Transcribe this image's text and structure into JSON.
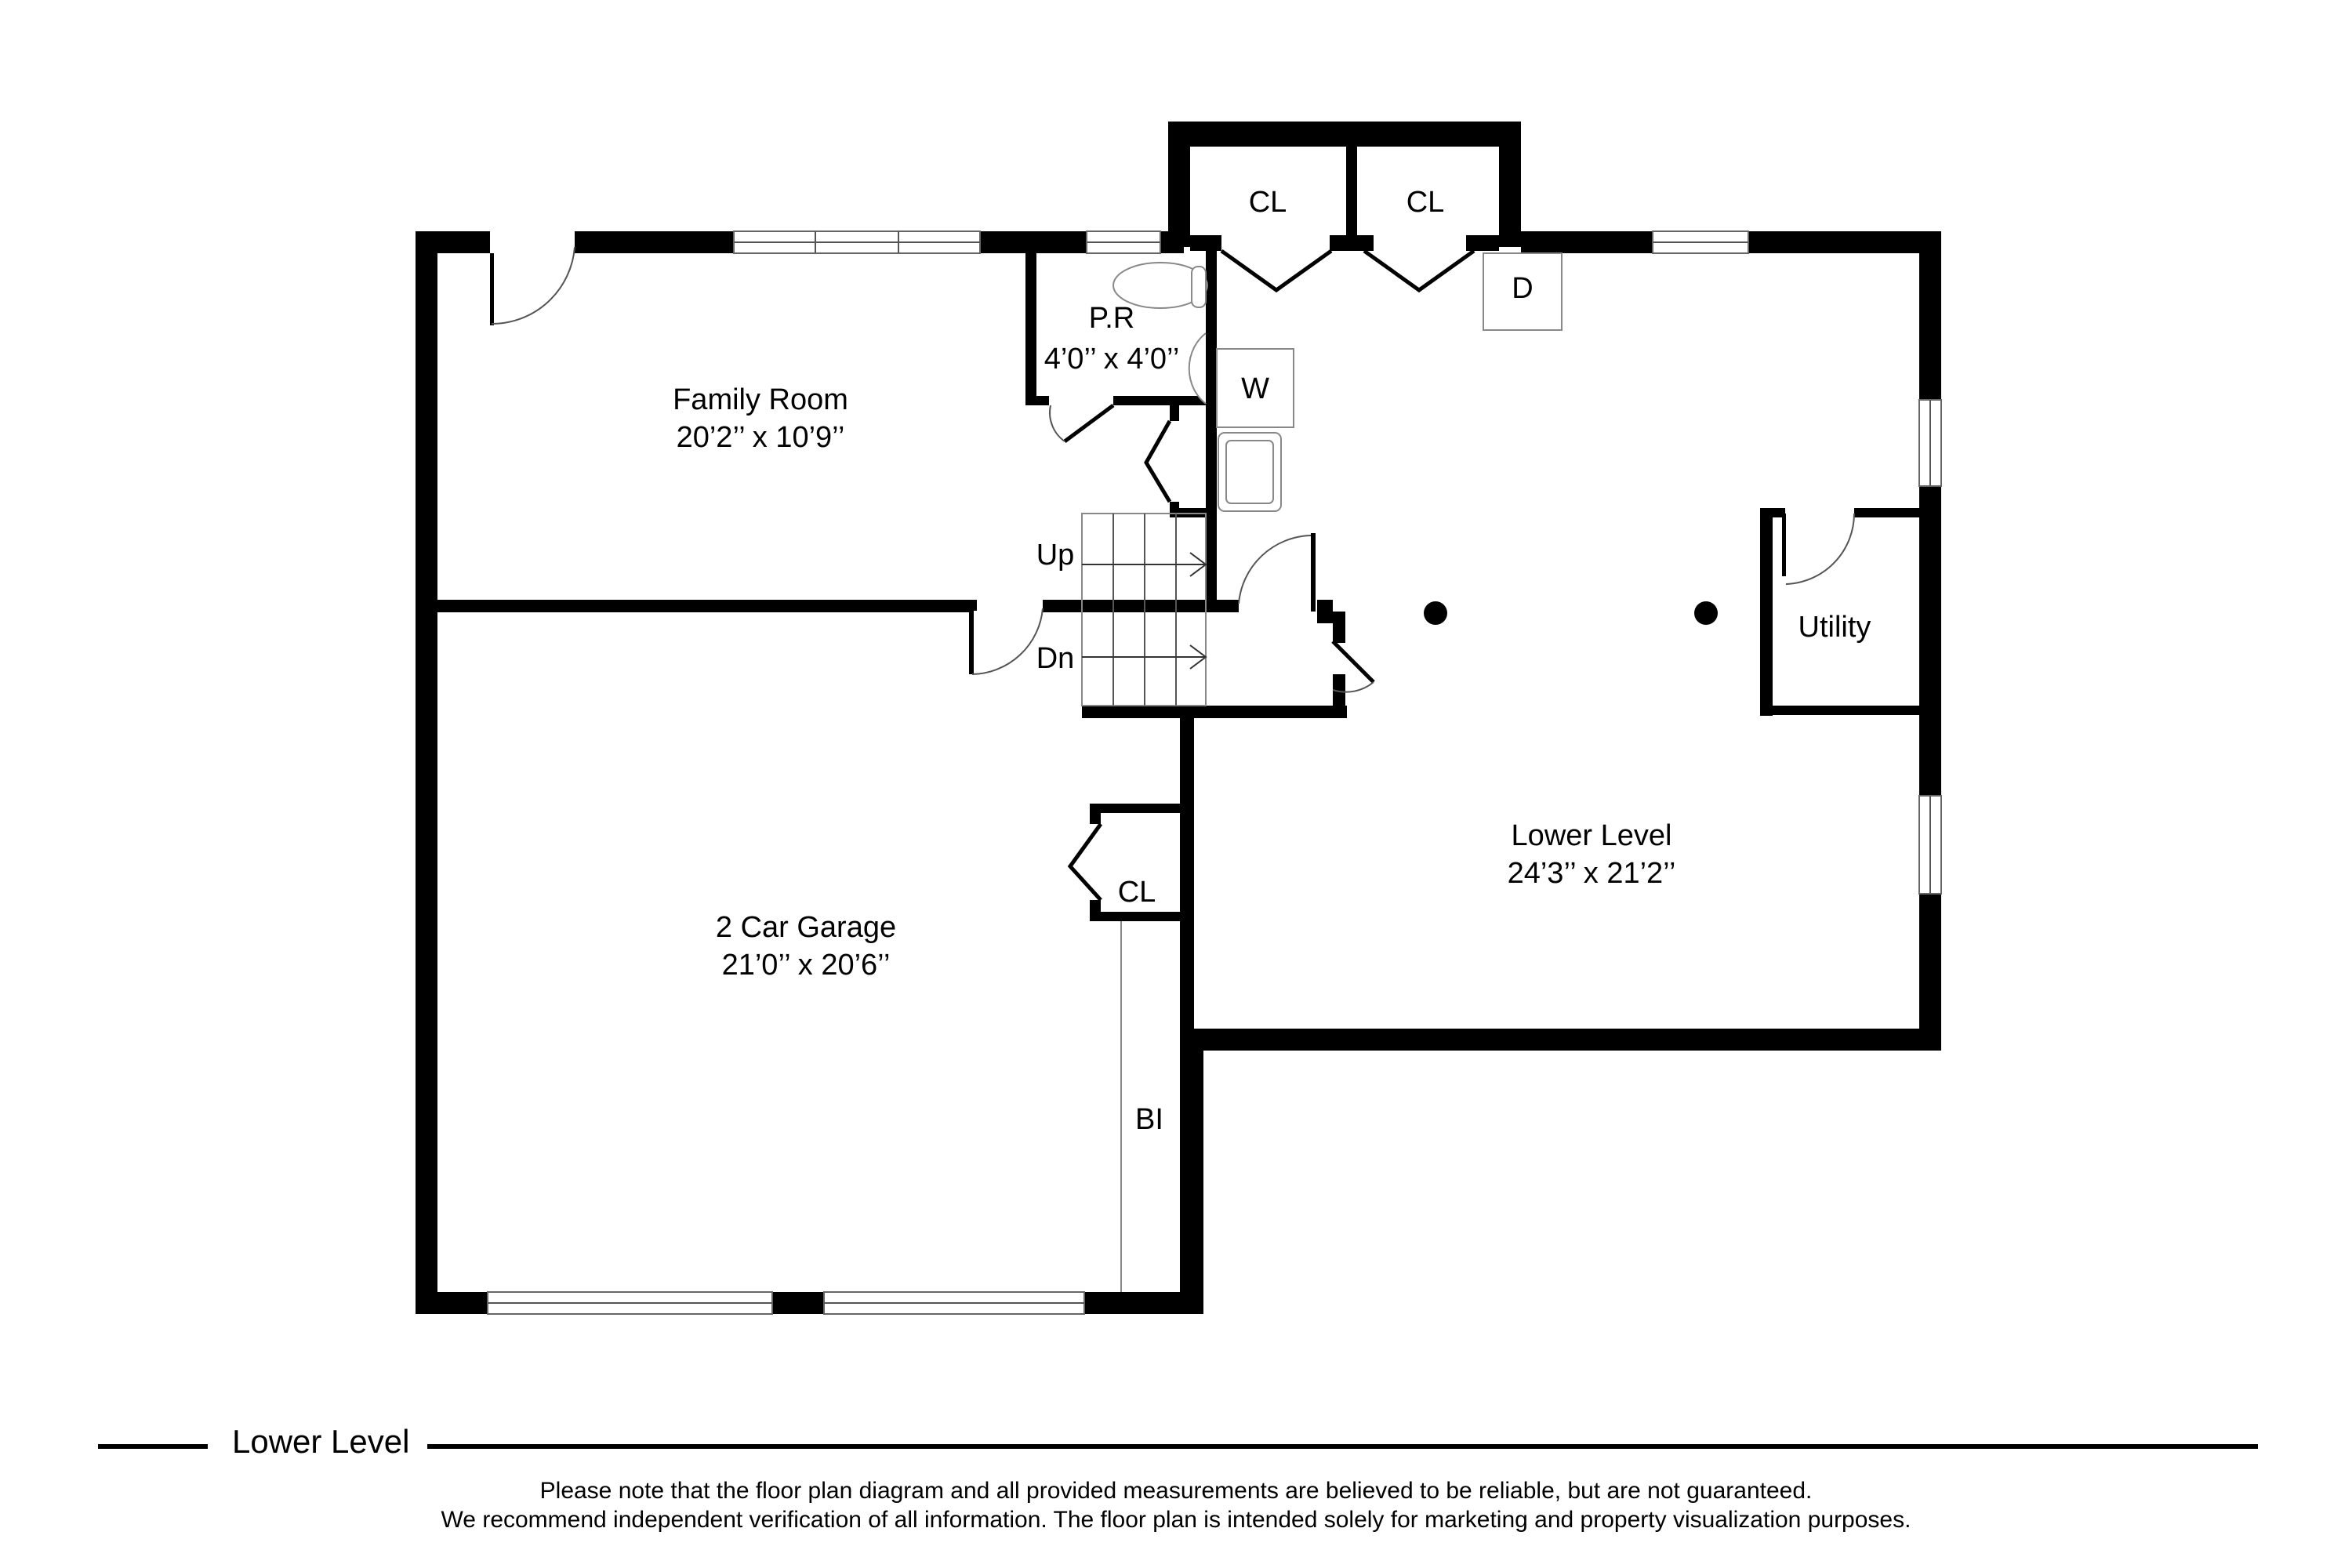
{
  "floor": {
    "name": "Lower Level"
  },
  "rooms": {
    "family_room": {
      "name": "Family Room",
      "dims": "20’2’’ x 10’9’’"
    },
    "powder_room": {
      "name": "P.R",
      "dims": "4’0’’ x 4’0’’"
    },
    "garage": {
      "name": "2 Car Garage",
      "dims": "21’0’’ x 20’6’’"
    },
    "lower_level": {
      "name": "Lower Level",
      "dims": "24’3’’ x 21’2’’"
    },
    "utility": {
      "name": "Utility"
    },
    "closet_top_left": {
      "name": "CL"
    },
    "closet_top_right": {
      "name": "CL"
    },
    "closet_garage": {
      "name": "CL"
    },
    "built_in": {
      "name": "BI"
    }
  },
  "fixtures": {
    "dryer": "D",
    "washer": "W",
    "stairs_up": "Up",
    "stairs_down": "Dn"
  },
  "icons": [
    "door-swing-icon",
    "bifold-door-icon",
    "window-icon",
    "toilet-icon",
    "sink-icon",
    "stairs-icon",
    "support-post-icon"
  ],
  "colors": {
    "wall": "#000000",
    "background": "#ffffff"
  },
  "disclaimer": {
    "line1": "Please note that the floor plan diagram and all provided measurements are believed to be reliable, but are not guaranteed.",
    "line2": "We recommend independent verification of all information. The floor plan is intended solely for marketing and property visualization purposes."
  }
}
